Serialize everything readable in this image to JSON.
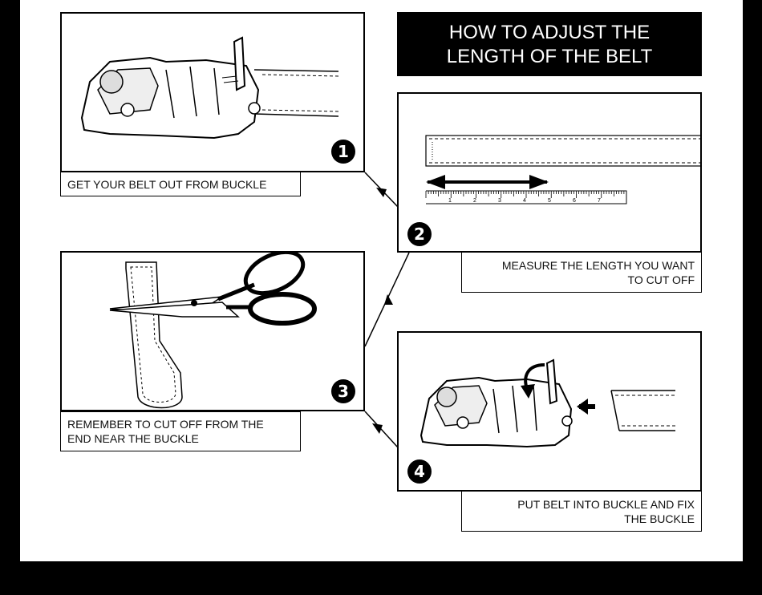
{
  "title": {
    "line1": "HOW TO ADJUST THE",
    "line2": "LENGTH OF THE BELT"
  },
  "steps": [
    {
      "number": "1",
      "caption_lines": [
        "GET YOUR BELT OUT FROM BUCKLE"
      ]
    },
    {
      "number": "2",
      "caption_lines": [
        "MEASURE THE LENGTH YOU WANT",
        "TO CUT OFF"
      ]
    },
    {
      "number": "3",
      "caption_lines": [
        "REMEMBER TO CUT OFF FROM THE",
        "END NEAR THE BUCKLE"
      ]
    },
    {
      "number": "4",
      "caption_lines": [
        "PUT BELT INTO BUCKLE AND FIX",
        "THE BUCKLE"
      ]
    }
  ],
  "ruler": {
    "tick_labels": [
      "1",
      "2",
      "3",
      "4",
      "5",
      "6",
      "7"
    ]
  },
  "colors": {
    "frame": "#000000",
    "paper": "#ffffff",
    "ink": "#111111"
  }
}
